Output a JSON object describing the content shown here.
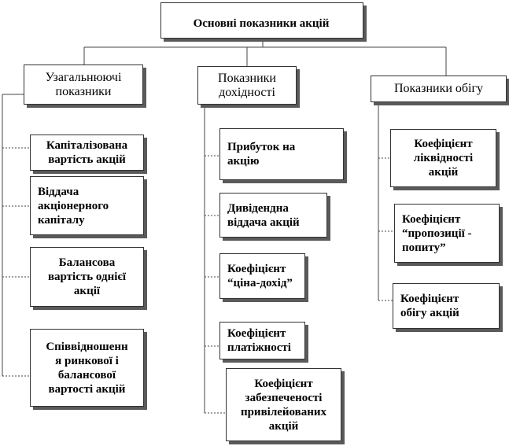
{
  "title": "Основні показники акцій",
  "groups": [
    {
      "label": "Узагальнюючі\nпоказники",
      "items": [
        "Капіталізована\nвартість акцій",
        "Віддача\nакціонерного\nкапіталу",
        "Балансова\nвартість  однієї\nакції",
        "Співвідношенн\nя ринкової і\nбалансової\nвартості акцій"
      ]
    },
    {
      "label": "Показники\nдохідності",
      "items": [
        "Прибуток на\nакцію",
        "Дивідендна\nвіддача акцій",
        "Коефіцієнт\n“ціна-дохід”",
        "Коефіцієнт\nплатіжності",
        "Коефіцієнт\nзабезпеченості\nпривілейованих\nакцій"
      ]
    },
    {
      "label": "Показники обігу",
      "items": [
        "Коефіцієнт\nліквідності\nакцій",
        "Коефіцієнт\n“пропозиції  -\nпопиту”",
        "Коефіцієнт\nобігу акцій"
      ]
    }
  ],
  "colors": {
    "border": "#333333",
    "shadow": "#5a5a5a",
    "line": "#444444"
  }
}
